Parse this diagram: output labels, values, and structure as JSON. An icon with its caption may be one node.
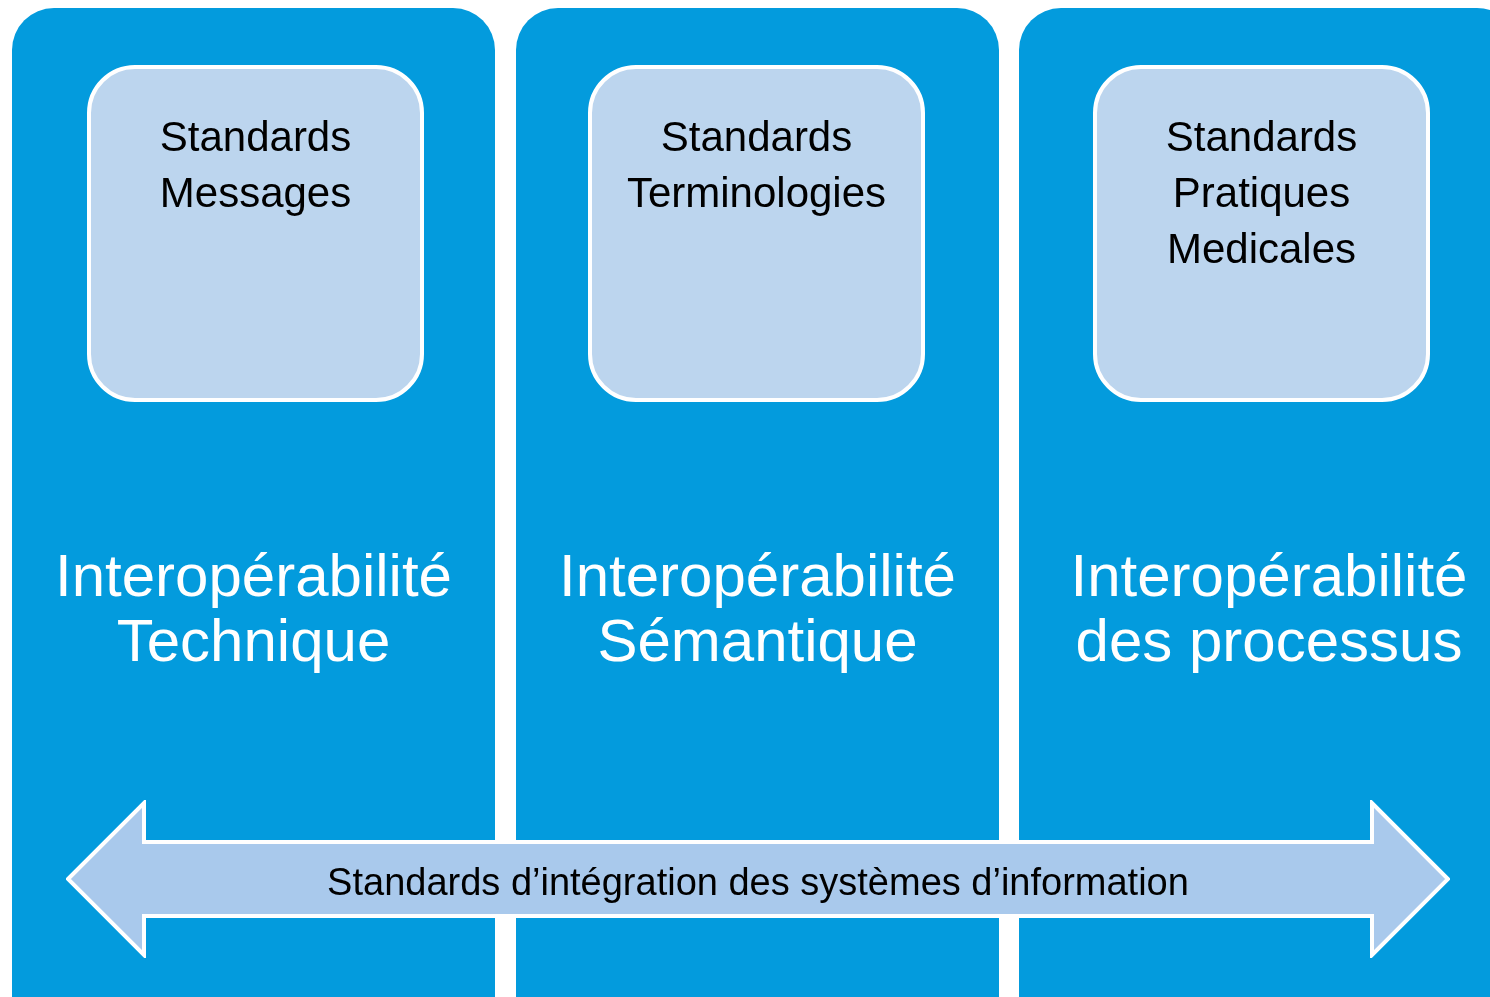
{
  "diagram": {
    "nodes": [
      {
        "text": [
          "Interopérabilité Technique"
        ]
      },
      {
        "text": [
          "Standards Messages"
        ],
        "in": 0
      },
      {
        "text": [
          "Interopérabilité Sémantique"
        ]
      },
      {
        "text": [
          "Standards Terminologies"
        ],
        "in": 2
      },
      {
        "text": [
          "Interopérabilité des processus"
        ]
      },
      {
        "text": [
          "Standards Pratiques Medicales"
        ],
        "in": 4
      },
      {
        "text": [
          "Standards d’intégration des systèmes d’information"
        ]
      }
    ]
  }
}
